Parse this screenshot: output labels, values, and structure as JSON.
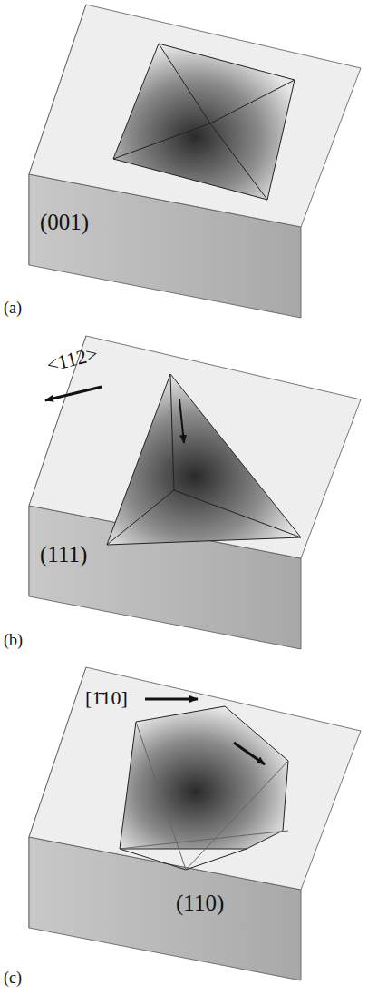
{
  "diagram": {
    "labels": [
      "(001)",
      "(a)",
      "<112>",
      "(111)",
      "(b)",
      "[1̄10]",
      "(110)",
      "(c)"
    ]
  }
}
